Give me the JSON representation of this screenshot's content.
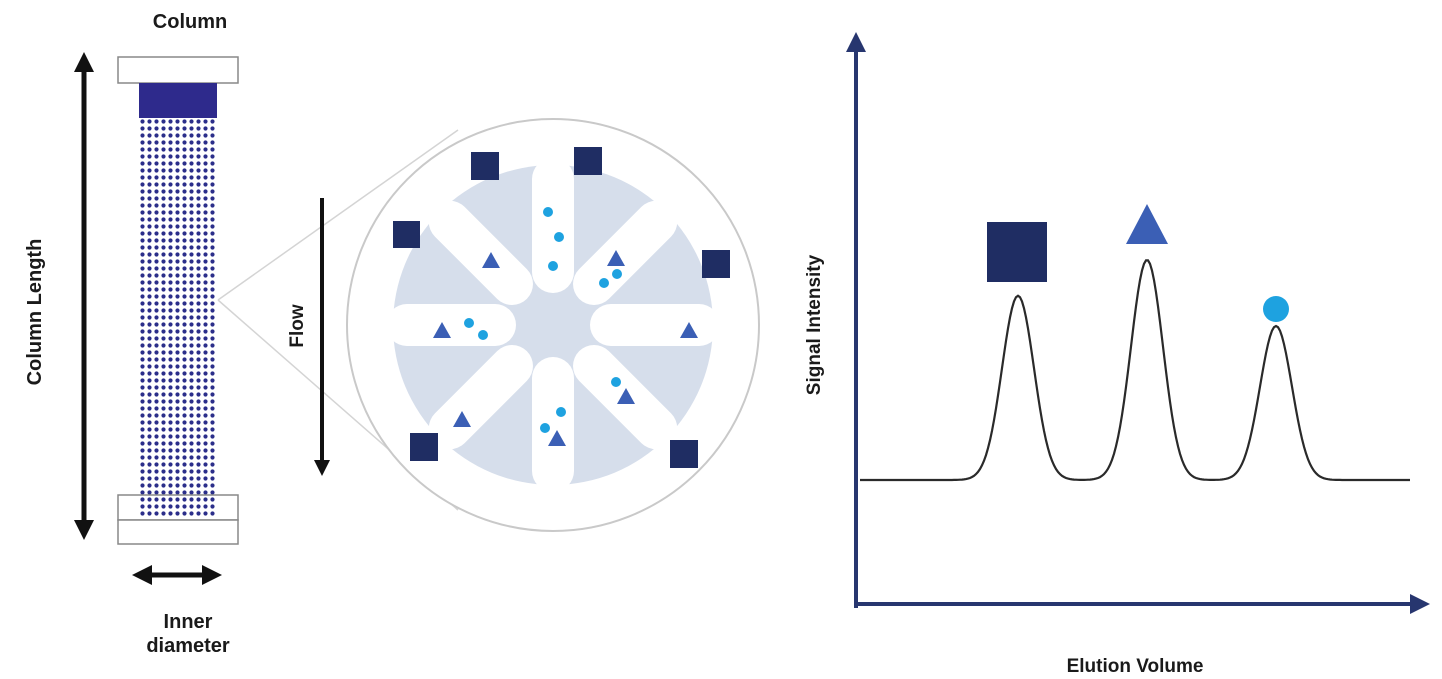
{
  "labels": {
    "column": "Column",
    "column_length": "Column Length",
    "inner_diameter": "Inner diameter",
    "flow": "Flow",
    "signal_intensity": "Signal Intensity",
    "elution_volume": "Elution Volume"
  },
  "colors": {
    "navy": "#1f2d63",
    "mid_blue": "#3b5fb5",
    "light_blue": "#1ea2e0",
    "bead_fill": "#d6deeb",
    "axis": "#27366f",
    "signal_line": "#2a2a2a"
  },
  "chromatogram": {
    "peak_order": [
      "square",
      "triangle",
      "circle"
    ],
    "relative_heights": [
      0.67,
      0.8,
      0.56
    ]
  }
}
